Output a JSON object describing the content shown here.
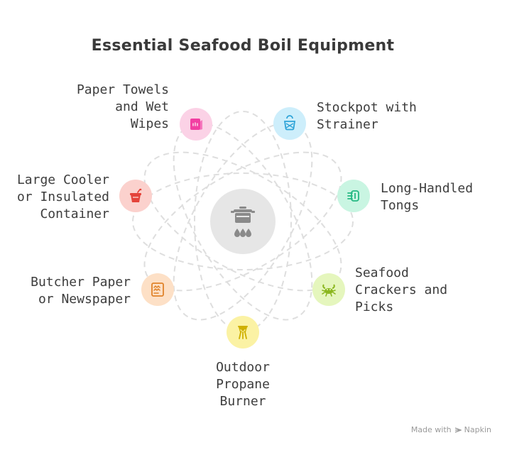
{
  "title": "Essential Seafood Boil Equipment",
  "center": {
    "icon": "boiling-pot-icon"
  },
  "items": [
    {
      "label": "Paper Towels\nand Wet\nWipes",
      "icon": "paper-towel-icon",
      "color": "#f23fa2",
      "bg": "#fbd2e6"
    },
    {
      "label": "Stockpot with\nStrainer",
      "icon": "stockpot-icon",
      "color": "#2fa4d8",
      "bg": "#cdeefb"
    },
    {
      "label": "Long-Handled\nTongs",
      "icon": "tongs-icon",
      "color": "#25b883",
      "bg": "#c9f5e2"
    },
    {
      "label": "Seafood\nCrackers and\nPicks",
      "icon": "crab-icon",
      "color": "#8bb71f",
      "bg": "#e5f6bd"
    },
    {
      "label": "Outdoor\nPropane\nBurner",
      "icon": "propane-burner-icon",
      "color": "#cfb000",
      "bg": "#fbf2a4"
    },
    {
      "label": "Butcher Paper\nor Newspaper",
      "icon": "newspaper-icon",
      "color": "#e0832a",
      "bg": "#fde0c6"
    },
    {
      "label": "Large Cooler\nor Insulated\nContainer",
      "icon": "cooler-icon",
      "color": "#e4433a",
      "bg": "#fbd1cd"
    }
  ],
  "watermark": {
    "prefix": "Made with",
    "brand": "Napkin"
  }
}
